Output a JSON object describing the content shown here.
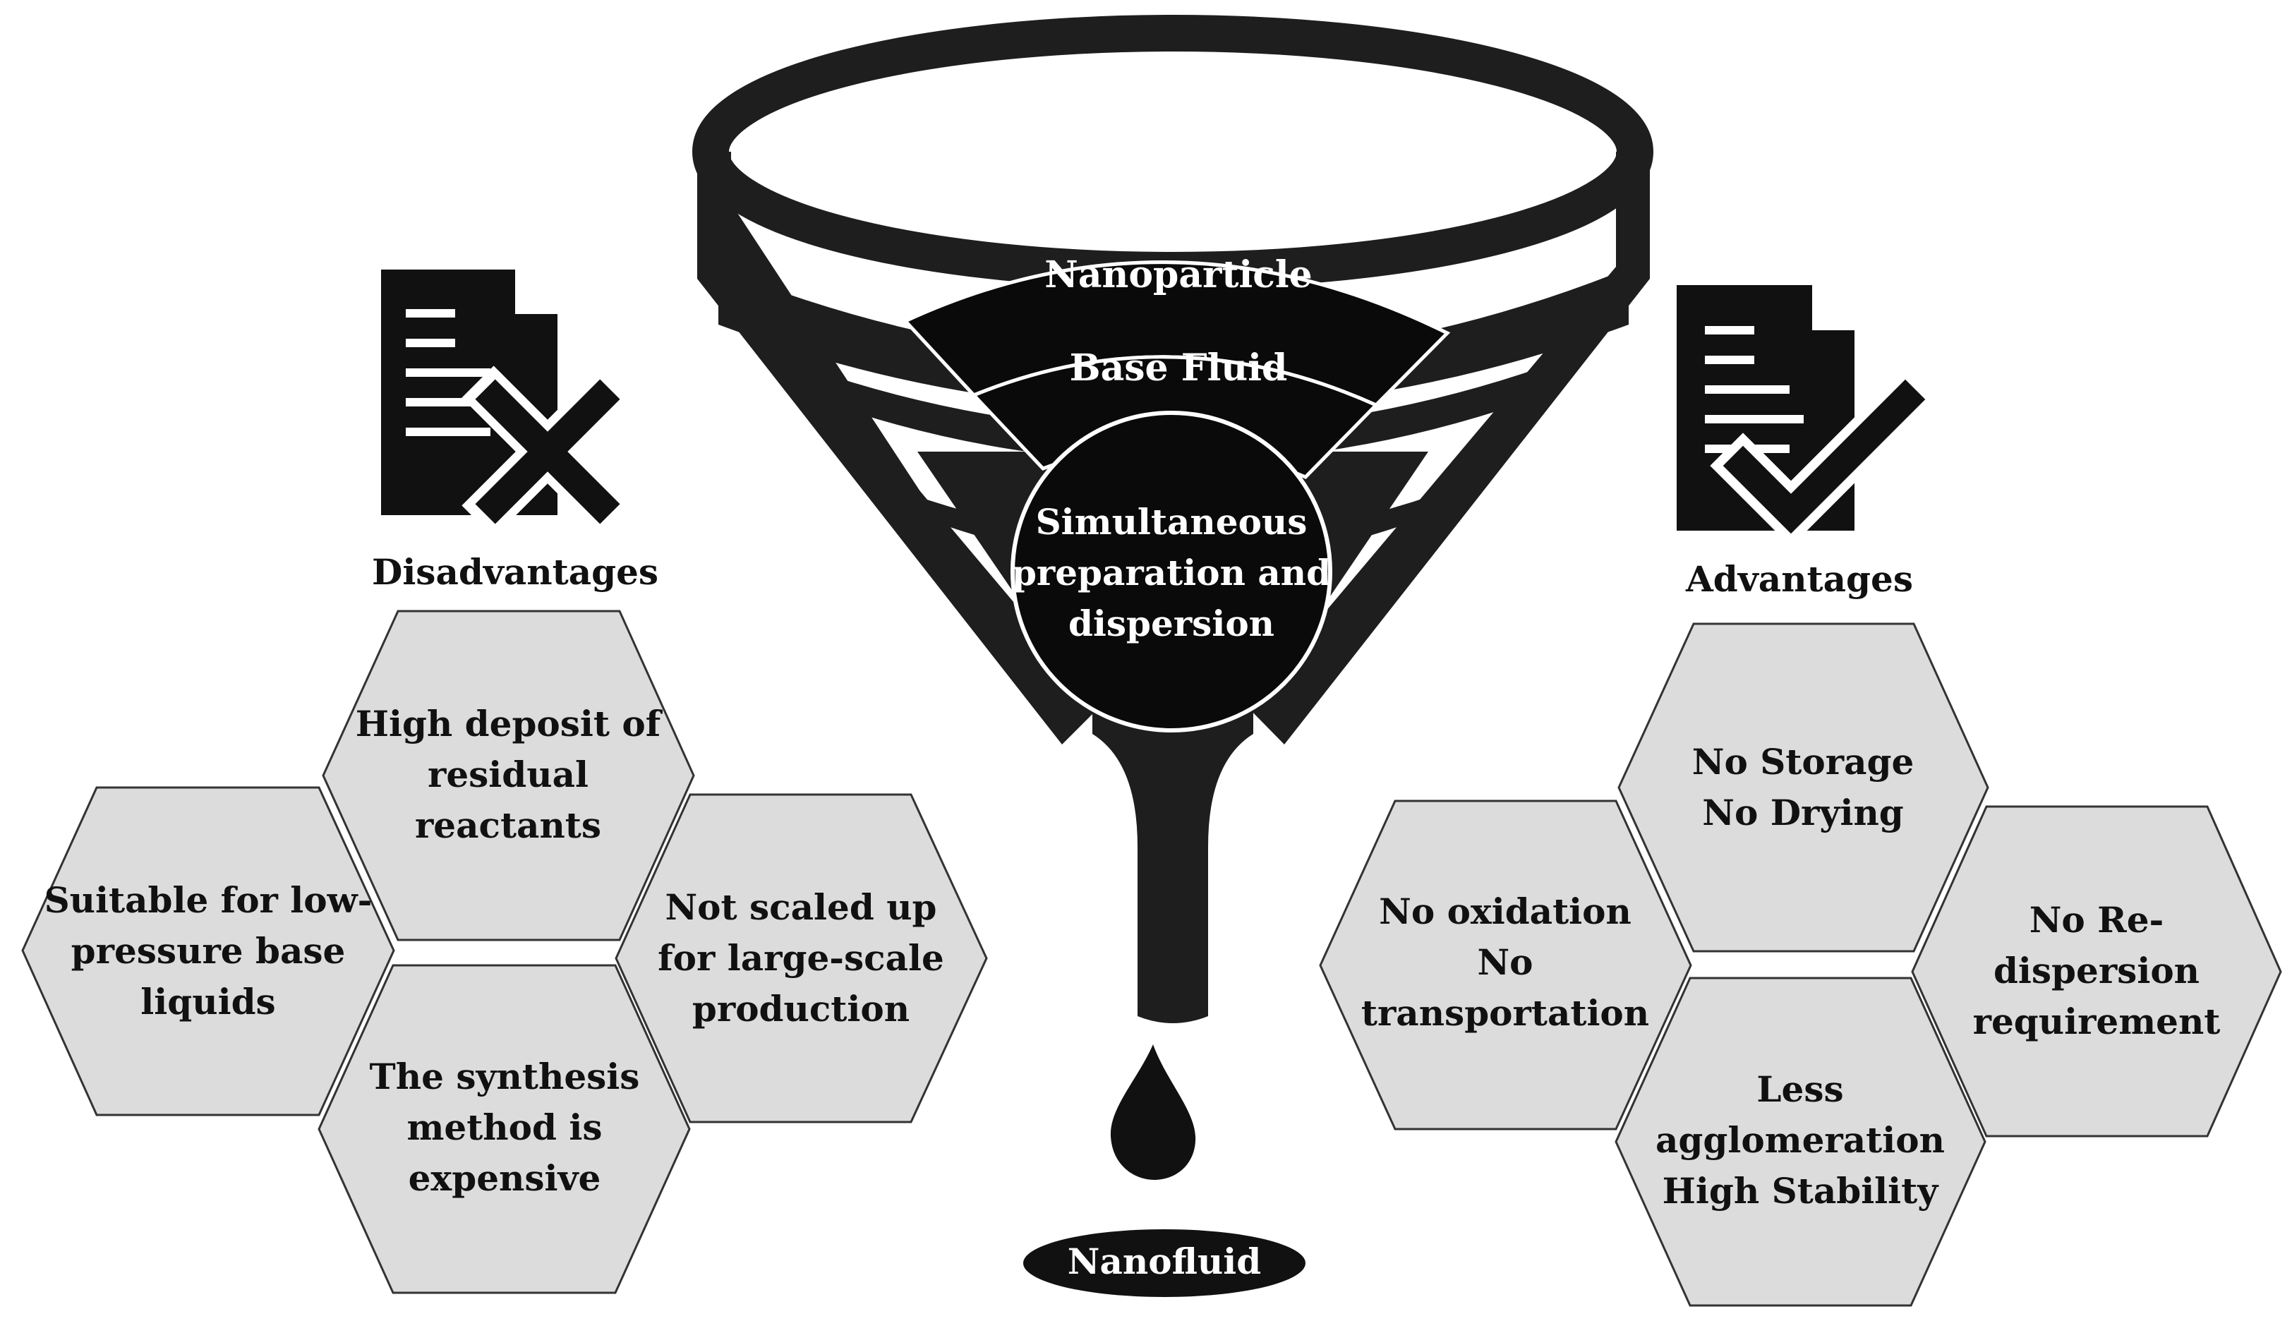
{
  "center": {
    "nanoparticle": "Nanoparticle",
    "base_fluid": "Base Fluid",
    "core": [
      "Simultaneous",
      "preparation and",
      "dispersion"
    ],
    "output": "Nanofluid"
  },
  "disadvantages": {
    "heading": "Disadvantages",
    "icon": "document-cross-icon",
    "items": [
      [
        "High deposit of",
        "residual",
        "reactants"
      ],
      [
        "Suitable for low-",
        "pressure base",
        "liquids"
      ],
      [
        "Not scaled up",
        "for large-scale",
        "production"
      ],
      [
        "The synthesis",
        "method is",
        "expensive"
      ]
    ]
  },
  "advantages": {
    "heading": "Advantages",
    "icon": "document-check-icon",
    "items": [
      [
        "No Storage",
        "No Drying"
      ],
      [
        "No oxidation",
        "No",
        "transportation"
      ],
      [
        "No Re-",
        "dispersion",
        "requirement"
      ],
      [
        "Less",
        "agglomeration",
        "High Stability"
      ]
    ]
  },
  "colors": {
    "hexagon_fill": "#dcdcdc",
    "hexagon_stroke": "#333333",
    "funnel": "#1e1e1e",
    "text": "#111111",
    "text_on_dark": "#ffffff"
  }
}
